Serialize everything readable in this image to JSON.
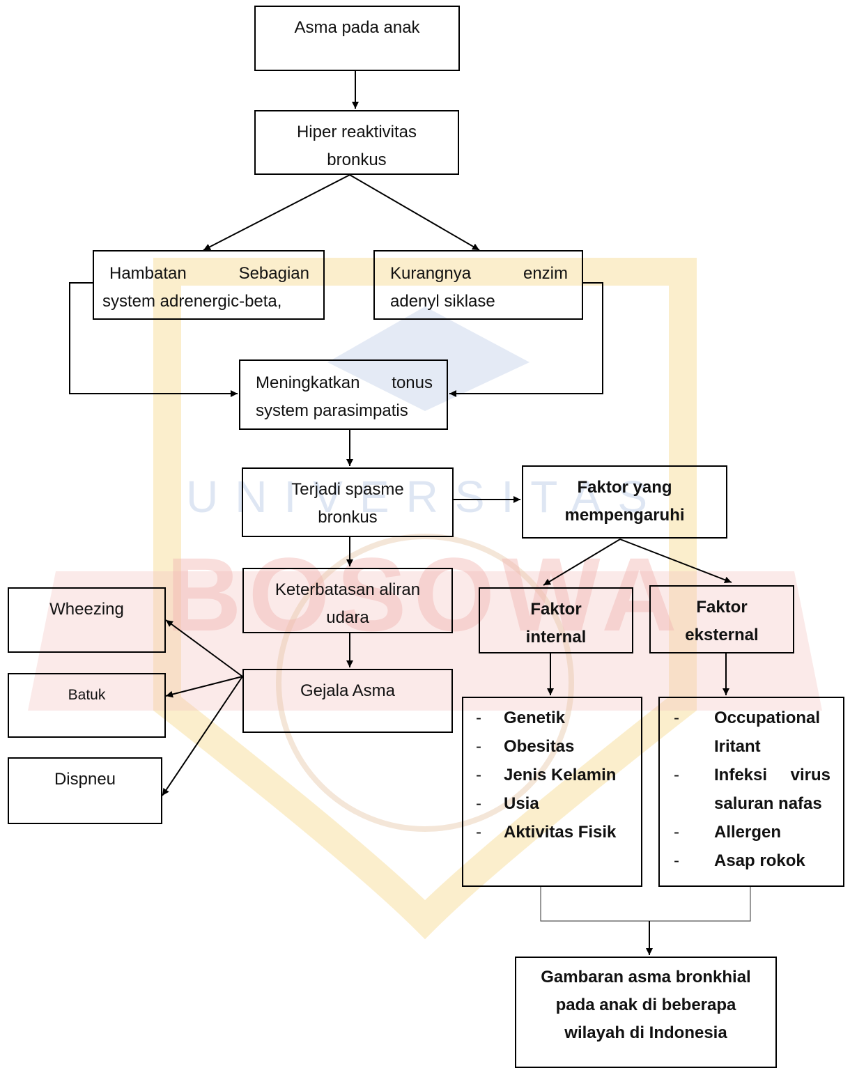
{
  "diagram": {
    "nodes": {
      "asma_anak": "Asma pada anak",
      "hiper_1": "Hiper reaktivitas",
      "hiper_2": "bronkus",
      "hambatan_1a": "Hambatan",
      "hambatan_1b": "Sebagian",
      "hambatan_2": "system adrenergic-beta,",
      "kurang_1a": "Kurangnya",
      "kurang_1b": "enzim",
      "kurang_2": "adenyl siklase",
      "tonus_1a": "Meningkatkan",
      "tonus_1b": "tonus",
      "tonus_2": "system parasimpatis",
      "spasme_1": "Terjadi spasme",
      "spasme_2": "bronkus",
      "faktor_1": "Faktor yang",
      "faktor_2": "mempengaruhi",
      "aliran_1": "Keterbatasan aliran",
      "aliran_2": "udara",
      "internal_1": "Faktor",
      "internal_2": "internal",
      "eksternal_1": "Faktor",
      "eksternal_2": "eksternal",
      "gejala": "Gejala Asma",
      "wheezing": "Wheezing",
      "batuk": "Batuk",
      "dispneu": "Dispneu",
      "gambaran_1": "Gambaran asma bronkhial",
      "gambaran_2": "pada anak di beberapa",
      "gambaran_3": "wilayah di Indonesia"
    },
    "internal_list": [
      "Genetik",
      "Obesitas",
      "Jenis Kelamin",
      "Usia",
      "Aktivitas Fisik"
    ],
    "external_list": {
      "occupational_1": "Occupational",
      "occupational_2": "Iritant",
      "infeksi_1a": "Infeksi",
      "infeksi_1b": "virus",
      "infeksi_2": "saluran nafas",
      "allergen": "Allergen",
      "asap": "Asap rokok"
    },
    "bullet": "-"
  },
  "watermark": {
    "text_1": "UNIVERSITAS",
    "text_2": "BOSOWA",
    "colors": {
      "shield": "#f6d98f",
      "red": "#f3c3c0",
      "blue": "#c9d6ec"
    }
  }
}
